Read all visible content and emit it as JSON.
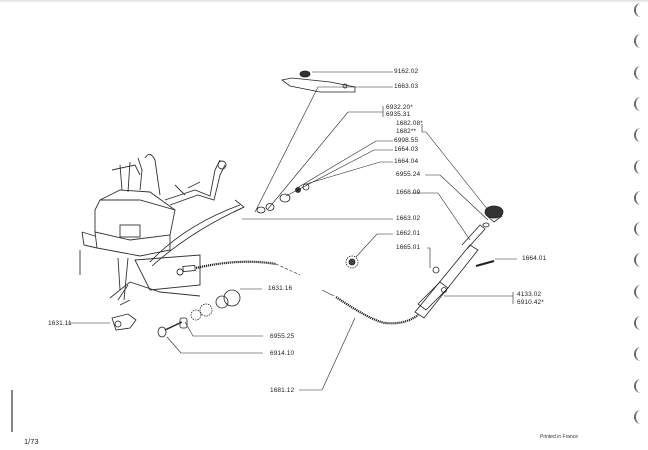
{
  "page": {
    "page_number": "1/73",
    "printed_note": "Printed in France"
  },
  "labels": {
    "p9162_02": "9162.02",
    "p1663_03": "1663.03",
    "p6932_20": "6932.20*",
    "p6935_31": "6935.31",
    "p1682_08": "1682.08*",
    "p1682": "1682**",
    "p6998_55": "6998.55",
    "p1664_03": "1664.03",
    "p1664_04": "1664.04",
    "p6955_24": "6955.24",
    "p1668_09": "1668.09",
    "p1663_02": "1663.02",
    "p1662_01": "1662.01",
    "p1665_01": "1665.01",
    "p1664_01": "1664.01",
    "p4133_02": "4133.02",
    "p6910_42": "6910.42*",
    "p1631_16": "1631.16",
    "p6955_25": "6955.25",
    "p6914_10": "6914.10",
    "p1631_11": "1631.11",
    "p1681_12": "1681.12"
  },
  "binder_holes": 14
}
